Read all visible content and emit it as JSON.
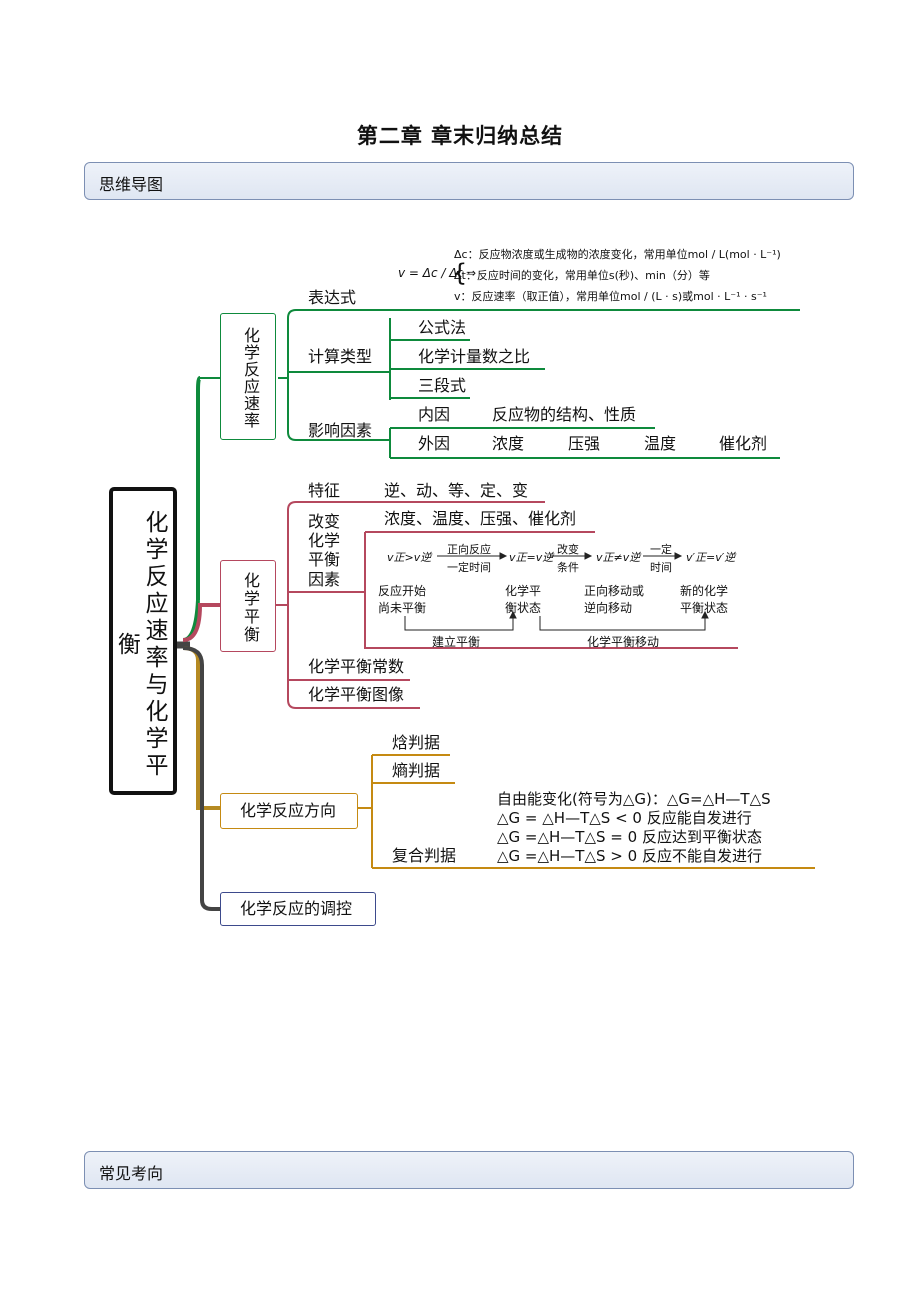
{
  "page_title": "第二章    章末归纳总结",
  "sections": {
    "mindmap_label": "思维导图",
    "directions_label": "常见考向"
  },
  "root": {
    "label": "化学反应速率与化学平衡"
  },
  "rate": {
    "label": "化学反应速率",
    "expression": {
      "label": "表达式",
      "formula": "v = Δc / Δt ⇒",
      "lines": [
        "Δc：反应物浓度或生成物的浓度变化，常用单位mol / L(mol · L⁻¹)",
        "Δt：反应时间的变化，常用单位s(秒)、min（分）等",
        "v：反应速率（取正值），常用单位mol / (L · s)或mol · L⁻¹ · s⁻¹"
      ]
    },
    "calc": {
      "label": "计算类型",
      "items": [
        "公式法",
        "化学计量数之比",
        "三段式"
      ]
    },
    "factors": {
      "label": "影响因素",
      "internal": "内因",
      "internal_detail": "反应物的结构、性质",
      "external": "外因",
      "external_items": [
        "浓度",
        "压强",
        "温度",
        "催化剂"
      ]
    }
  },
  "equilibrium": {
    "label": "化学平衡",
    "features": {
      "label": "特征",
      "value": "逆、动、等、定、变"
    },
    "change": {
      "label": "改变化学平衡因素",
      "value": "浓度、温度、压强、催化剂",
      "flow": {
        "s1": "v正>v逆",
        "a1_top": "正向反应",
        "a1_bottom": "一定时间",
        "s2": "v正=v逆",
        "a2_top": "改变",
        "a2_bottom": "条件",
        "s3": "v正≠v逆",
        "a3_top": "一定",
        "a3_bottom": "时间",
        "s4": "v′正=v′逆",
        "c1": "反应开始\n尚未平衡",
        "c2": "化学平\n衡状态",
        "c3": "正向移动或\n逆向移动",
        "c4": "新的化学\n平衡状态",
        "b1": "建立平衡",
        "b2": "化学平衡移动"
      }
    },
    "constant": "化学平衡常数",
    "graph": "化学平衡图像"
  },
  "direction": {
    "label": "化学反应方向",
    "enthalpy": "焓判据",
    "entropy": "熵判据",
    "combined": {
      "label": "复合判据",
      "lines": [
        "自由能变化(符号为△G)：△G=△H—T△S",
        "△G = △H—T△S < 0    反应能自发进行",
        "△G =△H—T△S = 0    反应达到平衡状态",
        "△G =△H—T△S > 0    反应不能自发进行"
      ]
    }
  },
  "control": {
    "label": "化学反应的调控"
  },
  "colors": {
    "rate": "#0e8a3c",
    "equilibrium": "#b5485e",
    "direction": "#c58a12",
    "control": "#3d4a8c",
    "root": "#111111"
  }
}
